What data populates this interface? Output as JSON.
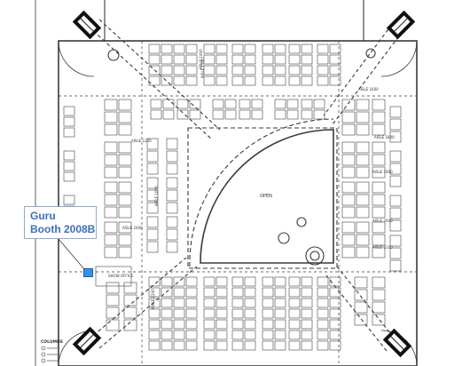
{
  "map": {
    "center_label": "OPEN",
    "aisle_labels": [
      "AISLE 1000",
      "AISLE 1200",
      "AISLE 1400",
      "AISLE 1500",
      "AISLE 1600",
      "AISLE 1800",
      "AISLE 1900",
      "AISLE 2000",
      "AISLE 2100",
      "AISLE 2200",
      "AISLE 2400"
    ],
    "office_label": "SHOW OFFICE",
    "legend_title": "COLUMNS"
  },
  "callout": {
    "line1": "Guru",
    "line2": "Booth 2008B"
  },
  "colors": {
    "callout_text": "#3f6fb3",
    "marker_fill": "#3d8fe0",
    "line": "#3a3a3a"
  }
}
